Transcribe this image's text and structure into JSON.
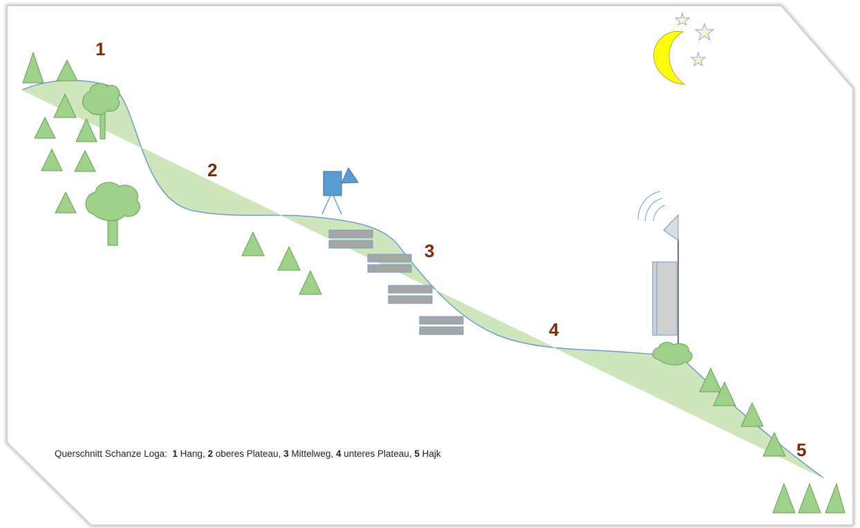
{
  "zones": [
    {
      "number": "1",
      "name": "Hang"
    },
    {
      "number": "2",
      "name": "oberes Plateau"
    },
    {
      "number": "3",
      "name": "Mittelweg"
    },
    {
      "number": "4",
      "name": "unteres Plateau"
    },
    {
      "number": "5",
      "name": "Hajk"
    }
  ],
  "caption": {
    "prefix": "Querschnitt Schanze Loga:",
    "sep": ","
  },
  "colors": {
    "terrain_fill": "#cfe6bd",
    "terrain_outline": "#6f9bc8",
    "tree": "#9ed28a",
    "tree_outline": "#6a9a55",
    "stone": "#a6a6a6",
    "stone_outline": "#6f9bc8",
    "camera": "#5b9bd5",
    "moon": "#ffff00",
    "star": "#fff2cc",
    "zone_number": "#7a2a05"
  },
  "icons": [
    "conifer-icon",
    "deciduous-tree-icon",
    "camera-icon",
    "stone-step-icon",
    "building-icon",
    "antenna-icon",
    "bush-icon",
    "moon-icon",
    "star-icon"
  ]
}
